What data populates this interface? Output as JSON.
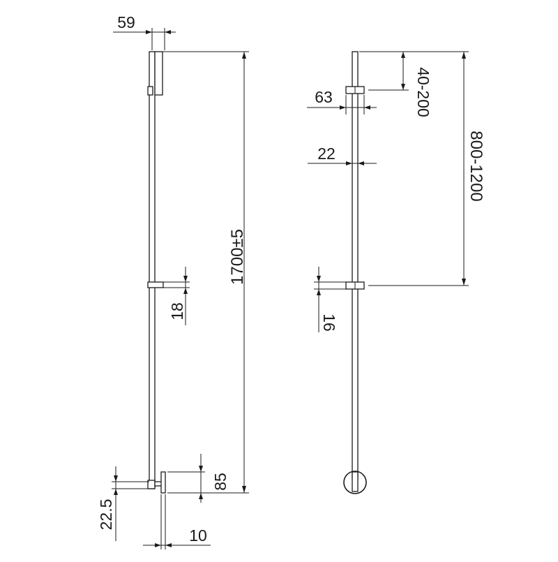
{
  "diagram": {
    "side_view": {
      "dims": {
        "top_offset": "59",
        "total_height": "1700±5",
        "bracket": "18",
        "outlet_height": "85",
        "bottom_offset": "22.5",
        "outlet_width": "10"
      }
    },
    "front_view": {
      "dims": {
        "top_clearance": "40-200",
        "bracket_span": "800-1200",
        "bracket_width": "63",
        "bar_diameter": "22",
        "bracket_height": "16"
      }
    }
  }
}
